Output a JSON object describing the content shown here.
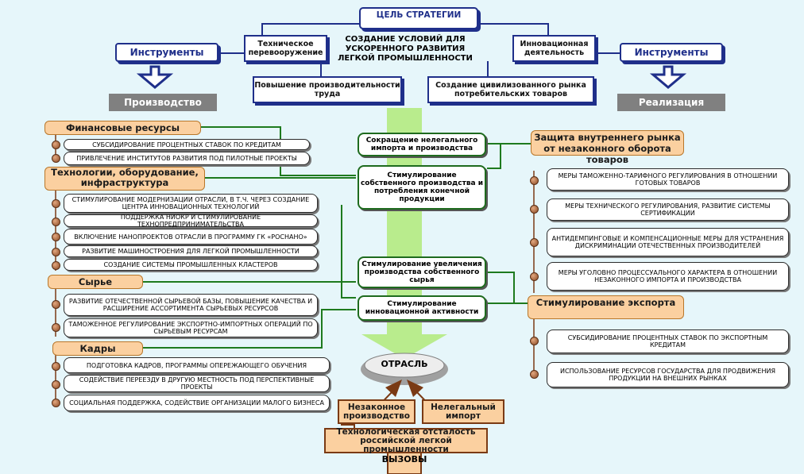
{
  "goal": {
    "title": "ЦЕЛЬ СТРАТЕГИИ",
    "main": "СОЗДАНИЕ УСЛОВИЙ ДЛЯ УСКОРЕННОГО РАЗВИТИЯ ЛЕГКОЙ ПРОМЫШЛЕННОСТИ"
  },
  "top": {
    "tech": "Техническое перевооружение",
    "innov": "Инновационная деятельность",
    "instr_left": "Инструменты",
    "instr_right": "Инструменты",
    "productivity": "Повышение производительности труда",
    "market": "Создание цивилизованного рынка потребительских товаров",
    "production": "Производство",
    "realization": "Реализация"
  },
  "left": {
    "fin_header": "Финансовые ресурсы",
    "fin_items": [
      "СУБСИДИРОВАНИЕ ПРОЦЕНТНЫХ СТАВОК ПО КРЕДИТАМ",
      "ПРИВЛЕЧЕНИЕ ИНСТИТУТОВ РАЗВИТИЯ ПОД ПИЛОТНЫЕ ПРОЕКТЫ"
    ],
    "tech_header": "Технологии, оборудование, инфраструктура",
    "tech_items": [
      "СТИМУЛИРОВАНИЕ МОДЕРНИЗАЦИИ ОТРАСЛИ, В Т.Ч. ЧЕРЕЗ СОЗДАНИЕ ЦЕНТРА ИННОВАЦИОННЫХ ТЕХНОЛОГИЙ",
      "ПОДДЕРЖКА НИОКР И СТИМУЛИРОВАНИЕ ТЕХНОПРЕДПРИНИМАТЕЛЬСТВА",
      "ВКЛЮЧЕНИЕ НАНОПРОЕКТОВ ОТРАСЛИ В ПРОГРАММУ ГК «РОСНАНО»",
      "РАЗВИТИЕ МАШИНОСТРОЕНИЯ ДЛЯ ЛЕГКОЙ ПРОМЫШЛЕННОСТИ",
      "СОЗДАНИЕ СИСТЕМЫ ПРОМЫШЛЕННЫХ КЛАСТЕРОВ"
    ],
    "raw_header": "Сырье",
    "raw_items": [
      "РАЗВИТИЕ ОТЕЧЕСТВЕННОЙ СЫРЬЕВОЙ БАЗЫ, ПОВЫШЕНИЕ КАЧЕСТВА И РАСШИРЕНИЕ АССОРТИМЕНТА СЫРЬЕВЫХ РЕСУРСОВ",
      "ТАМОЖЕННОЕ РЕГУЛИРОВАНИЕ ЭКСПОРТНО-ИМПОРТНЫХ ОПЕРАЦИЙ ПО СЫРЬЕВЫМ РЕСУРСАМ"
    ],
    "staff_header": "Кадры",
    "staff_items": [
      "ПОДГОТОВКА КАДРОВ, ПРОГРАММЫ ОПЕРЕЖАЮЩЕГО ОБУЧЕНИЯ",
      "СОДЕЙСТВИЕ ПЕРЕЕЗДУ В ДРУГУЮ МЕСТНОСТЬ ПОД ПЕРСПЕКТИВНЫЕ ПРОЕКТЫ",
      "СОЦИАЛЬНАЯ ПОДДЕРЖКА, СОДЕЙСТВИЕ ОРГАНИЗАЦИИ МАЛОГО БИЗНЕСА"
    ]
  },
  "center": {
    "b1": "Сокращение нелегального импорта и производства",
    "b2": "Стимулирование собственного производства и потребления конечной продукции",
    "b3": "Стимулирование увеличения производства собственного сырья",
    "b4": "Стимулирование инновационной активности",
    "industry": "ОТРАСЛЬ"
  },
  "right": {
    "prot_header": "Защита внутреннего рынка от незаконного оборота товаров",
    "prot_items": [
      "МЕРЫ ТАМОЖЕННО-ТАРИФНОГО РЕГУЛИРОВАНИЯ В ОТНОШЕНИИ ГОТОВЫХ ТОВАРОВ",
      "МЕРЫ ТЕХНИЧЕСКОГО РЕГУЛИРОВАНИЯ, РАЗВИТИЕ СИСТЕМЫ СЕРТИФИКАЦИИ",
      "АНТИДЕМПИНГОВЫЕ И КОМПЕНСАЦИОННЫЕ МЕРЫ ДЛЯ УСТРАНЕНИЯ ДИСКРИМИНАЦИИ ОТЕЧЕСТВЕННЫХ ПРОИЗВОДИТЕЛЕЙ",
      "МЕРЫ УГОЛОВНО ПРОЦЕССУАЛЬНОГО ХАРАКТЕРА В ОТНОШЕНИИ НЕЗАКОННОГО ИМПОРТА И ПРОИЗВОДСТВА"
    ],
    "exp_header": "Стимулирование экспорта",
    "exp_items": [
      "СУБСИДИРОВАНИЕ ПРОЦЕНТНЫХ СТАВОК ПО ЭКСПОРТНЫМ КРЕДИТАМ",
      "ИСПОЛЬЗОВАНИЕ РЕСУРСОВ ГОСУДАРСТВА ДЛЯ ПРОДВИЖЕНИЯ ПРОДУКЦИИ НА ВНЕШНИХ РЫНКАХ"
    ]
  },
  "challenges": {
    "illegal_prod": "Незаконное производство",
    "illegal_import": "Нелегальный импорт",
    "tech_lag": "Технологическая отсталость российской легкой промышленности",
    "label": "ВЫЗОВЫ"
  }
}
